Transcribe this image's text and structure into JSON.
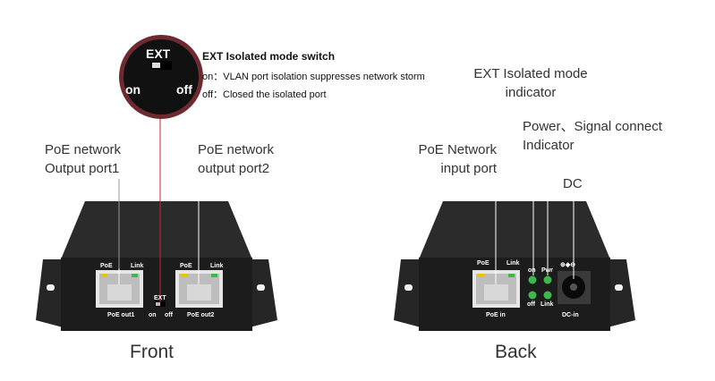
{
  "switch_callout": {
    "title": "EXT Isolated mode switch",
    "on_line": "on：VLAN port isolation suppresses network storm",
    "off_line": "off：Closed the isolated port",
    "zoom_top": "EXT",
    "zoom_on": "on",
    "zoom_off": "off"
  },
  "front": {
    "caption": "Front",
    "label_port1": [
      "PoE network",
      "Output port1"
    ],
    "label_port2": [
      "PoE network",
      "output port2"
    ],
    "port1": {
      "poe": "PoE",
      "link": "Link",
      "name": "PoE  out1"
    },
    "port2": {
      "poe": "PoE",
      "link": "Link",
      "name": "PoE  out2"
    },
    "switch": {
      "top": "EXT",
      "on": "on",
      "off": "off"
    }
  },
  "back": {
    "caption": "Back",
    "label_input": [
      "PoE Network",
      "input port"
    ],
    "label_indicator": [
      "EXT Isolated mode",
      "indicator"
    ],
    "label_power": [
      "Power、Signal connect",
      "Indicator"
    ],
    "label_dc": "DC",
    "port_in": {
      "poe": "PoE",
      "link": "Link",
      "name": "PoE  in"
    },
    "leds": {
      "on": "on",
      "pwr": "Pwr",
      "off": "off",
      "link": "Link"
    },
    "dc_label": "DC-in"
  },
  "colors": {
    "chassis": "#1f1f1f",
    "led_green": "#3db84a",
    "led_yellow": "#e8c400",
    "callout_ring": "#8e3a40",
    "leader_red": "#c0282d"
  }
}
